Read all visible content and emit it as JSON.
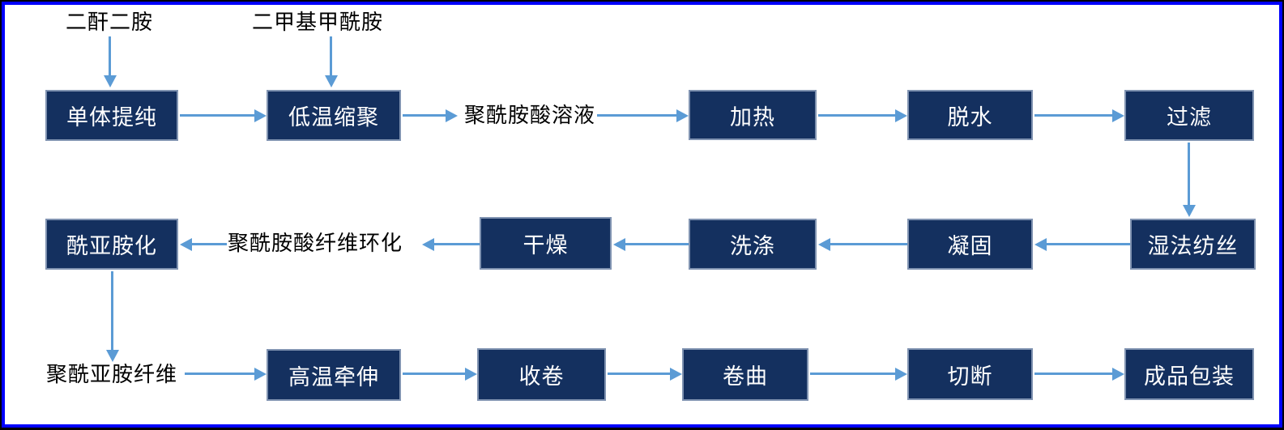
{
  "diagram": {
    "top_inputs": [
      {
        "label": "二酐二胺"
      },
      {
        "label": "二甲基甲酰胺"
      }
    ],
    "row1": {
      "boxes": [
        {
          "label": "单体提纯"
        },
        {
          "label": "低温缩聚"
        },
        {
          "label": "加热"
        },
        {
          "label": "脱水"
        },
        {
          "label": "过滤"
        }
      ],
      "text_node": "聚酰胺酸溶液"
    },
    "row2": {
      "boxes": [
        {
          "label": "湿法纺丝"
        },
        {
          "label": "凝固"
        },
        {
          "label": "洗涤"
        },
        {
          "label": "干燥"
        },
        {
          "label": "酰亚胺化"
        }
      ],
      "text_node": "聚酰胺酸纤维环化"
    },
    "row3": {
      "boxes": [
        {
          "label": "高温牵伸"
        },
        {
          "label": "收卷"
        },
        {
          "label": "卷曲"
        },
        {
          "label": "切断"
        },
        {
          "label": "成品包装"
        }
      ],
      "text_node": "聚酰亚胺纤维"
    },
    "colors": {
      "box_fill": "#14305f",
      "box_border": "#8093b1",
      "arrow": "#5b9bd5",
      "frame_blue": "#0101fd",
      "frame_black": "#000000",
      "label_text": "#000000",
      "box_text": "#ffffff"
    }
  }
}
